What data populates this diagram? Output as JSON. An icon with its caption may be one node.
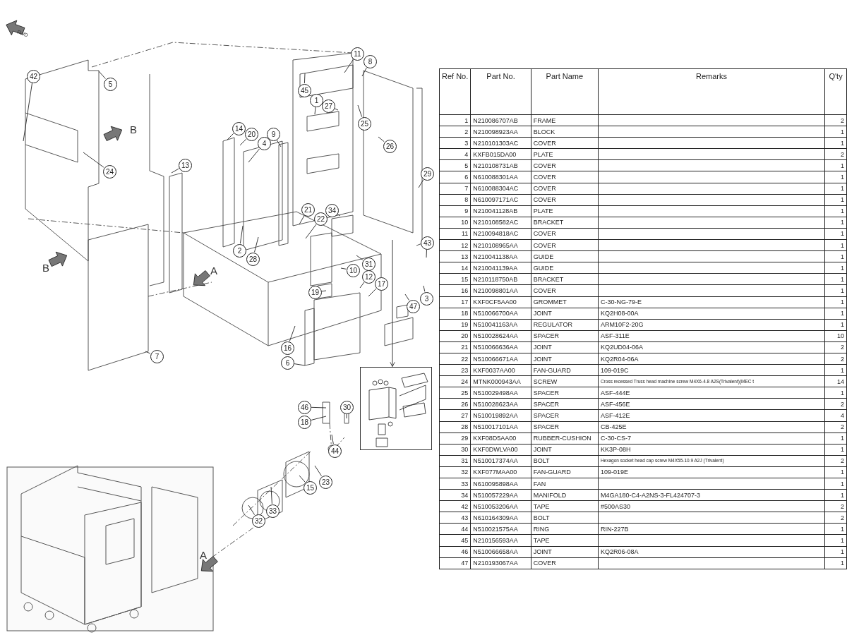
{
  "diagram": {
    "nodes": [
      {
        "text": [
          "11"
        ]
      },
      {
        "text": [
          "8"
        ]
      },
      {
        "text": [
          "42"
        ]
      },
      {
        "text": [
          "5"
        ]
      },
      {
        "text": [
          "45"
        ]
      },
      {
        "text": [
          "1"
        ]
      },
      {
        "text": [
          "27"
        ]
      },
      {
        "text": [
          "25"
        ]
      },
      {
        "text": [
          "14"
        ]
      },
      {
        "text": [
          "20"
        ]
      },
      {
        "text": [
          "9"
        ]
      },
      {
        "text": [
          "4"
        ]
      },
      {
        "text": [
          "26"
        ]
      },
      {
        "text": [
          "13"
        ]
      },
      {
        "text": [
          "24"
        ]
      },
      {
        "text": [
          "29"
        ]
      },
      {
        "text": [
          "21"
        ]
      },
      {
        "text": [
          "34"
        ]
      },
      {
        "text": [
          "22"
        ]
      },
      {
        "text": [
          "43"
        ]
      },
      {
        "text": [
          "2"
        ]
      },
      {
        "text": [
          "28"
        ]
      },
      {
        "text": [
          "31"
        ]
      },
      {
        "text": [
          "10"
        ]
      },
      {
        "text": [
          "12"
        ]
      },
      {
        "text": [
          "17"
        ]
      },
      {
        "text": [
          "19"
        ]
      },
      {
        "text": [
          "3"
        ]
      },
      {
        "text": [
          "47"
        ]
      },
      {
        "text": [
          "16"
        ]
      },
      {
        "text": [
          "7"
        ]
      },
      {
        "text": [
          "6"
        ]
      },
      {
        "text": [],
        "shape": "picture"
      },
      {
        "text": [
          "46"
        ]
      },
      {
        "text": [
          "30"
        ]
      },
      {
        "text": [
          "18"
        ]
      },
      {
        "text": [
          "44"
        ]
      },
      {
        "text": [
          "23"
        ]
      },
      {
        "text": [
          "15"
        ]
      },
      {
        "text": [
          "33"
        ]
      },
      {
        "text": [
          "32"
        ]
      }
    ],
    "edges": [
      {
        "from": 0,
        "to": null,
        "arrow": "none"
      },
      {
        "from": 1,
        "to": null,
        "arrow": "none"
      },
      {
        "from": 2,
        "to": null,
        "arrow": "none"
      },
      {
        "from": 3,
        "to": null,
        "arrow": "none"
      },
      {
        "from": 4,
        "to": null,
        "arrow": "none"
      },
      {
        "from": 5,
        "to": null,
        "arrow": "none"
      },
      {
        "from": 6,
        "to": null,
        "arrow": "none"
      },
      {
        "from": 7,
        "to": null,
        "arrow": "none"
      },
      {
        "from": 8,
        "to": null,
        "arrow": "none"
      },
      {
        "from": 9,
        "to": null,
        "arrow": "none"
      },
      {
        "from": 10,
        "to": null,
        "arrow": "none"
      },
      {
        "from": 11,
        "to": null,
        "arrow": "none"
      },
      {
        "from": 12,
        "to": null,
        "arrow": "none"
      },
      {
        "from": 13,
        "to": null,
        "arrow": "none"
      },
      {
        "from": 14,
        "to": null,
        "arrow": "none"
      },
      {
        "from": 15,
        "to": null,
        "arrow": "none"
      },
      {
        "from": 16,
        "to": null,
        "arrow": "none"
      },
      {
        "from": 17,
        "to": null,
        "arrow": "none"
      },
      {
        "from": 18,
        "to": null,
        "arrow": "none"
      },
      {
        "from": 19,
        "to": null,
        "arrow": "none"
      },
      {
        "from": 20,
        "to": null,
        "arrow": "none"
      },
      {
        "from": 21,
        "to": null,
        "arrow": "none"
      },
      {
        "from": 22,
        "to": null,
        "arrow": "none"
      },
      {
        "from": 23,
        "to": null,
        "arrow": "none"
      },
      {
        "from": 24,
        "to": null,
        "arrow": "none"
      },
      {
        "from": 25,
        "to": null,
        "arrow": "none"
      },
      {
        "from": 26,
        "to": null,
        "arrow": "none"
      },
      {
        "from": 27,
        "to": null,
        "arrow": "none"
      },
      {
        "from": 28,
        "to": null,
        "arrow": "none"
      },
      {
        "from": 29,
        "to": null,
        "arrow": "none"
      },
      {
        "from": 30,
        "to": null,
        "arrow": "none"
      },
      {
        "from": 31,
        "to": null,
        "arrow": "none"
      },
      {
        "from": null,
        "to": 32,
        "arrow": "to"
      },
      {
        "from": 33,
        "to": null,
        "arrow": "none"
      },
      {
        "from": 34,
        "to": null,
        "arrow": "none"
      },
      {
        "from": 35,
        "to": null,
        "arrow": "none"
      },
      {
        "from": 36,
        "to": null,
        "arrow": "none"
      },
      {
        "from": 37,
        "to": null,
        "arrow": "none"
      },
      {
        "from": 38,
        "to": null,
        "arrow": "none"
      },
      {
        "from": 39,
        "to": null,
        "arrow": "none"
      },
      {
        "from": 40,
        "to": null,
        "arrow": "none"
      }
    ],
    "labels": [
      "FWD",
      "B",
      "B",
      "A",
      "A",
      "Ref No.",
      "Part No.",
      "Part Name",
      "Remarks",
      "Q'ty",
      "1",
      "N210086707AB",
      "FRAME",
      "2",
      "2",
      "N210098923AA",
      "BLOCK",
      "1",
      "3",
      "N210101303AC",
      "COVER",
      "1",
      "4",
      "KXFB015DA00",
      "PLATE",
      "2",
      "5",
      "N210108731AB",
      "COVER",
      "1",
      "6",
      "N610088301AA",
      "COVER",
      "1",
      "7",
      "N610088304AC",
      "COVER",
      "1",
      "8",
      "N610097171AC",
      "COVER",
      "1",
      "9",
      "N210041128AB",
      "PLATE",
      "1",
      "10",
      "N210108582AC",
      "BRACKET",
      "1",
      "11",
      "N210094818AC",
      "COVER",
      "1",
      "12",
      "N210108965AA",
      "COVER",
      "1",
      "13",
      "N210041138AA",
      "GUIDE",
      "1",
      "14",
      "N210041139AA",
      "GUIDE",
      "1",
      "15",
      "N210118750AB",
      "BRACKET",
      "1",
      "16",
      "N210098801AA",
      "COVER",
      "1",
      "17",
      "KXF0CF5AA00",
      "GROMMET",
      "C-30-NG-79-E",
      "1",
      "18",
      "N510066700AA",
      "JOINT",
      "KQ2H08-00A",
      "1",
      "19",
      "N510041163AA",
      "REGULATOR",
      "ARM10F2-20G",
      "1",
      "20",
      "N510028624AA",
      "SPACER",
      "ASF-311E",
      "10",
      "21",
      "N510066636AA",
      "JOINT",
      "KQ2UD04-06A",
      "2",
      "22",
      "N510066671AA",
      "JOINT",
      "KQ2R04-06A",
      "2",
      "23",
      "KXF0037AA00",
      "FAN-GUARD",
      "109-019C",
      "1",
      "24",
      "MTNK000943AA",
      "SCREW",
      "Cross recessed Truss head machine screw M4X6-4.8 A2S(Trivalent)(MEC t",
      "14",
      "25",
      "N510029498AA",
      "SPACER",
      "ASF-444E",
      "1",
      "26",
      "N510028623AA",
      "SPACER",
      "ASF-456E",
      "2",
      "27",
      "N510019892AA",
      "SPACER",
      "ASF-412E",
      "4",
      "28",
      "N510017101AA",
      "SPACER",
      "CB-425E",
      "2",
      "29",
      "KXF08D5AA00",
      "RUBBER-CUSHION",
      "C-30-CS-7",
      "1",
      "30",
      "KXF0DWLVA00",
      "JOINT",
      "KK3P-08H",
      "1",
      "31",
      "N510017374AA",
      "BOLT",
      "Hexagon socket head cap screw M4X55-10.9 A2J (Trivalent)",
      "2",
      "32",
      "KXF077MAA00",
      "FAN-GUARD",
      "109-019E",
      "1",
      "33",
      "N610095898AA",
      "FAN",
      "1",
      "34",
      "N510057229AA",
      "MANIFOLD",
      "M4GA180-C4-A2NS-3-FL424707-3",
      "1",
      "42",
      "N510053206AA",
      "TAPE",
      "#500AS30",
      "2",
      "43",
      "N610164309AA",
      "BOLT",
      "2",
      "44",
      "N510021575AA",
      "RING",
      "RIN-227B",
      "1",
      "45",
      "N210156593AA",
      "TAPE",
      "1",
      "46",
      "N510066658AA",
      "JOINT",
      "KQ2R06-08A",
      "1",
      "47",
      "N210193067AA",
      "COVER",
      "1"
    ]
  }
}
